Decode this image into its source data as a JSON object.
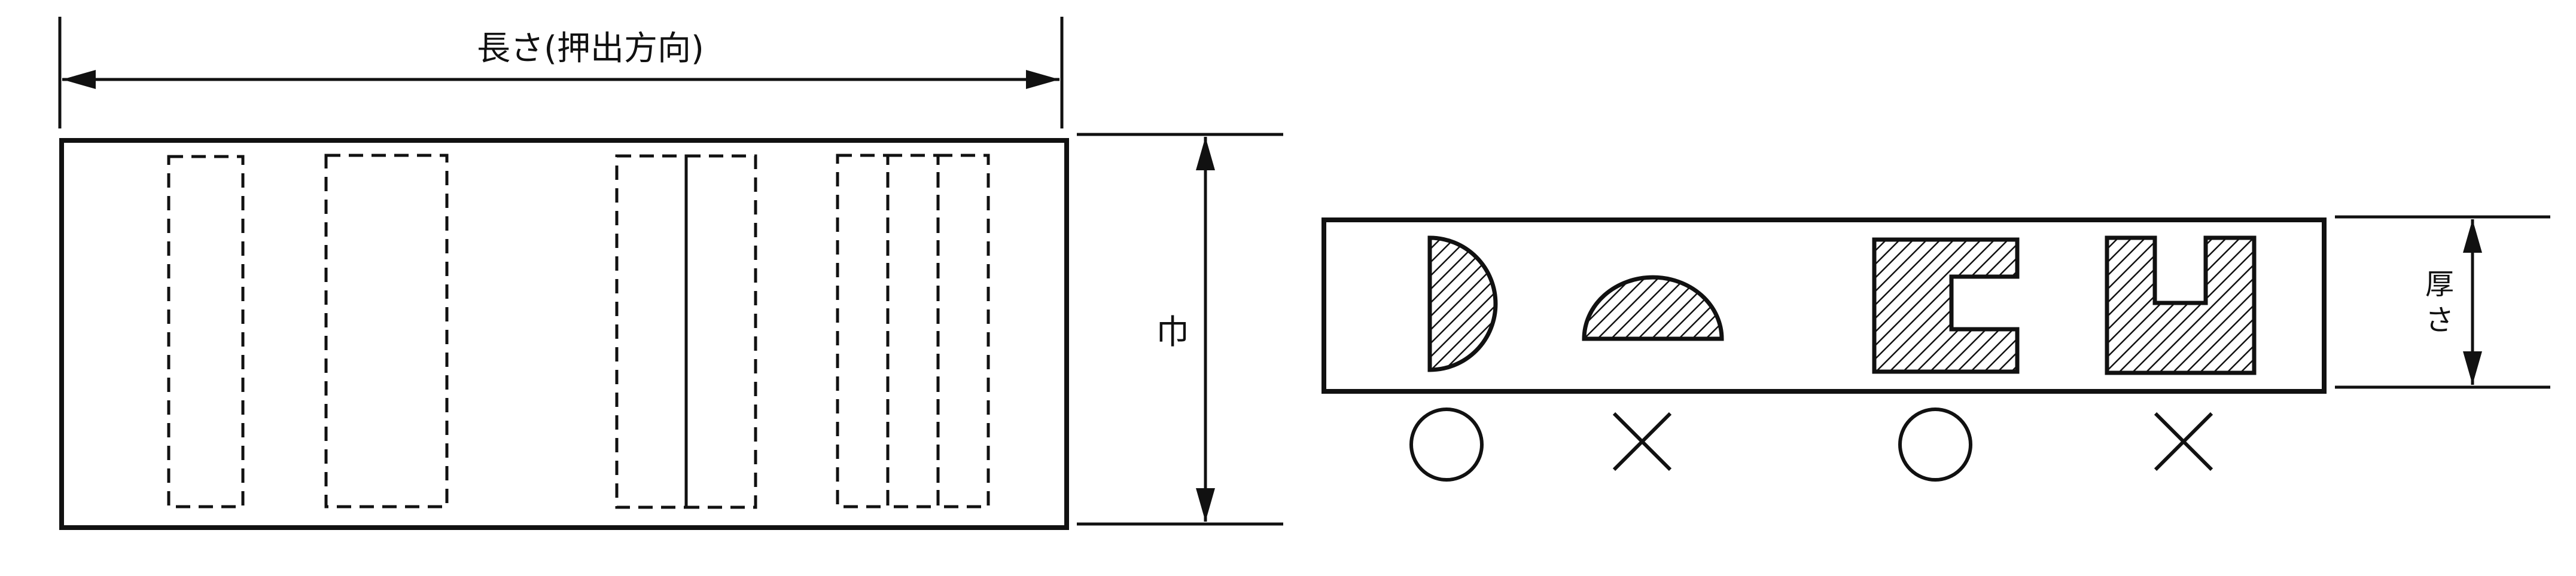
{
  "labels": {
    "length": "長さ(押出方向)",
    "width": "巾",
    "thickness_char1": "厚",
    "thickness_char2": "さ"
  },
  "marks": {
    "ok": "circle",
    "ng": "cross"
  },
  "colors": {
    "ink": "#111111",
    "background": "#ffffff"
  }
}
